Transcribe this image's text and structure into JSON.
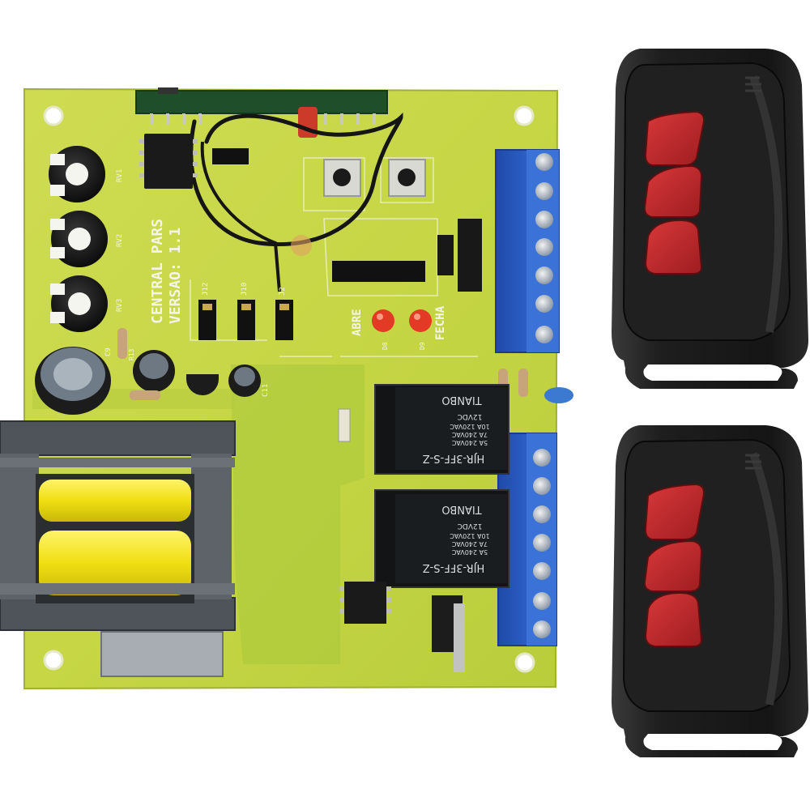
{
  "image": {
    "alt": "Gate motor control board with two 3-button remote controls"
  },
  "board": {
    "silkscreen": {
      "brand": "CENTRAL PARS",
      "version": "VERSAO: 1.1",
      "label_open": "ABRE",
      "label_close": "FECHA",
      "jumper_labels": [
        "J12",
        "J10",
        "J2"
      ],
      "pot_labels": [
        "RV1",
        "RV2",
        "RV3"
      ],
      "capacitor_labels": [
        "C9",
        "C11"
      ],
      "resistor_label": "R13",
      "led_labels": [
        "D8",
        "D9"
      ]
    },
    "relays": [
      {
        "model": "HJR-3FF-S-Z",
        "rating_1": "5A 240VAC",
        "rating_2": "10A 120VAC",
        "rating_3": "7A 240VAC",
        "coil": "12VDC",
        "brand": "TIANBO"
      },
      {
        "model": "HJR-3FF-S-Z",
        "rating_1": "5A 240VAC",
        "rating_2": "10A 120VAC",
        "rating_3": "7A 240VAC",
        "coil": "12VDC",
        "brand": "TIANBO"
      }
    ],
    "colors": {
      "pcb": "#c9d84a",
      "terminal_blue": "#2f5fc4",
      "transformer_coil": "#f2e31a",
      "led_red": "#e23a24"
    }
  },
  "remotes": [
    {
      "buttons": 3,
      "body_color": "#1c1c1c",
      "button_color": "#c0282a"
    },
    {
      "buttons": 3,
      "body_color": "#1c1c1c",
      "button_color": "#c0282a"
    }
  ]
}
